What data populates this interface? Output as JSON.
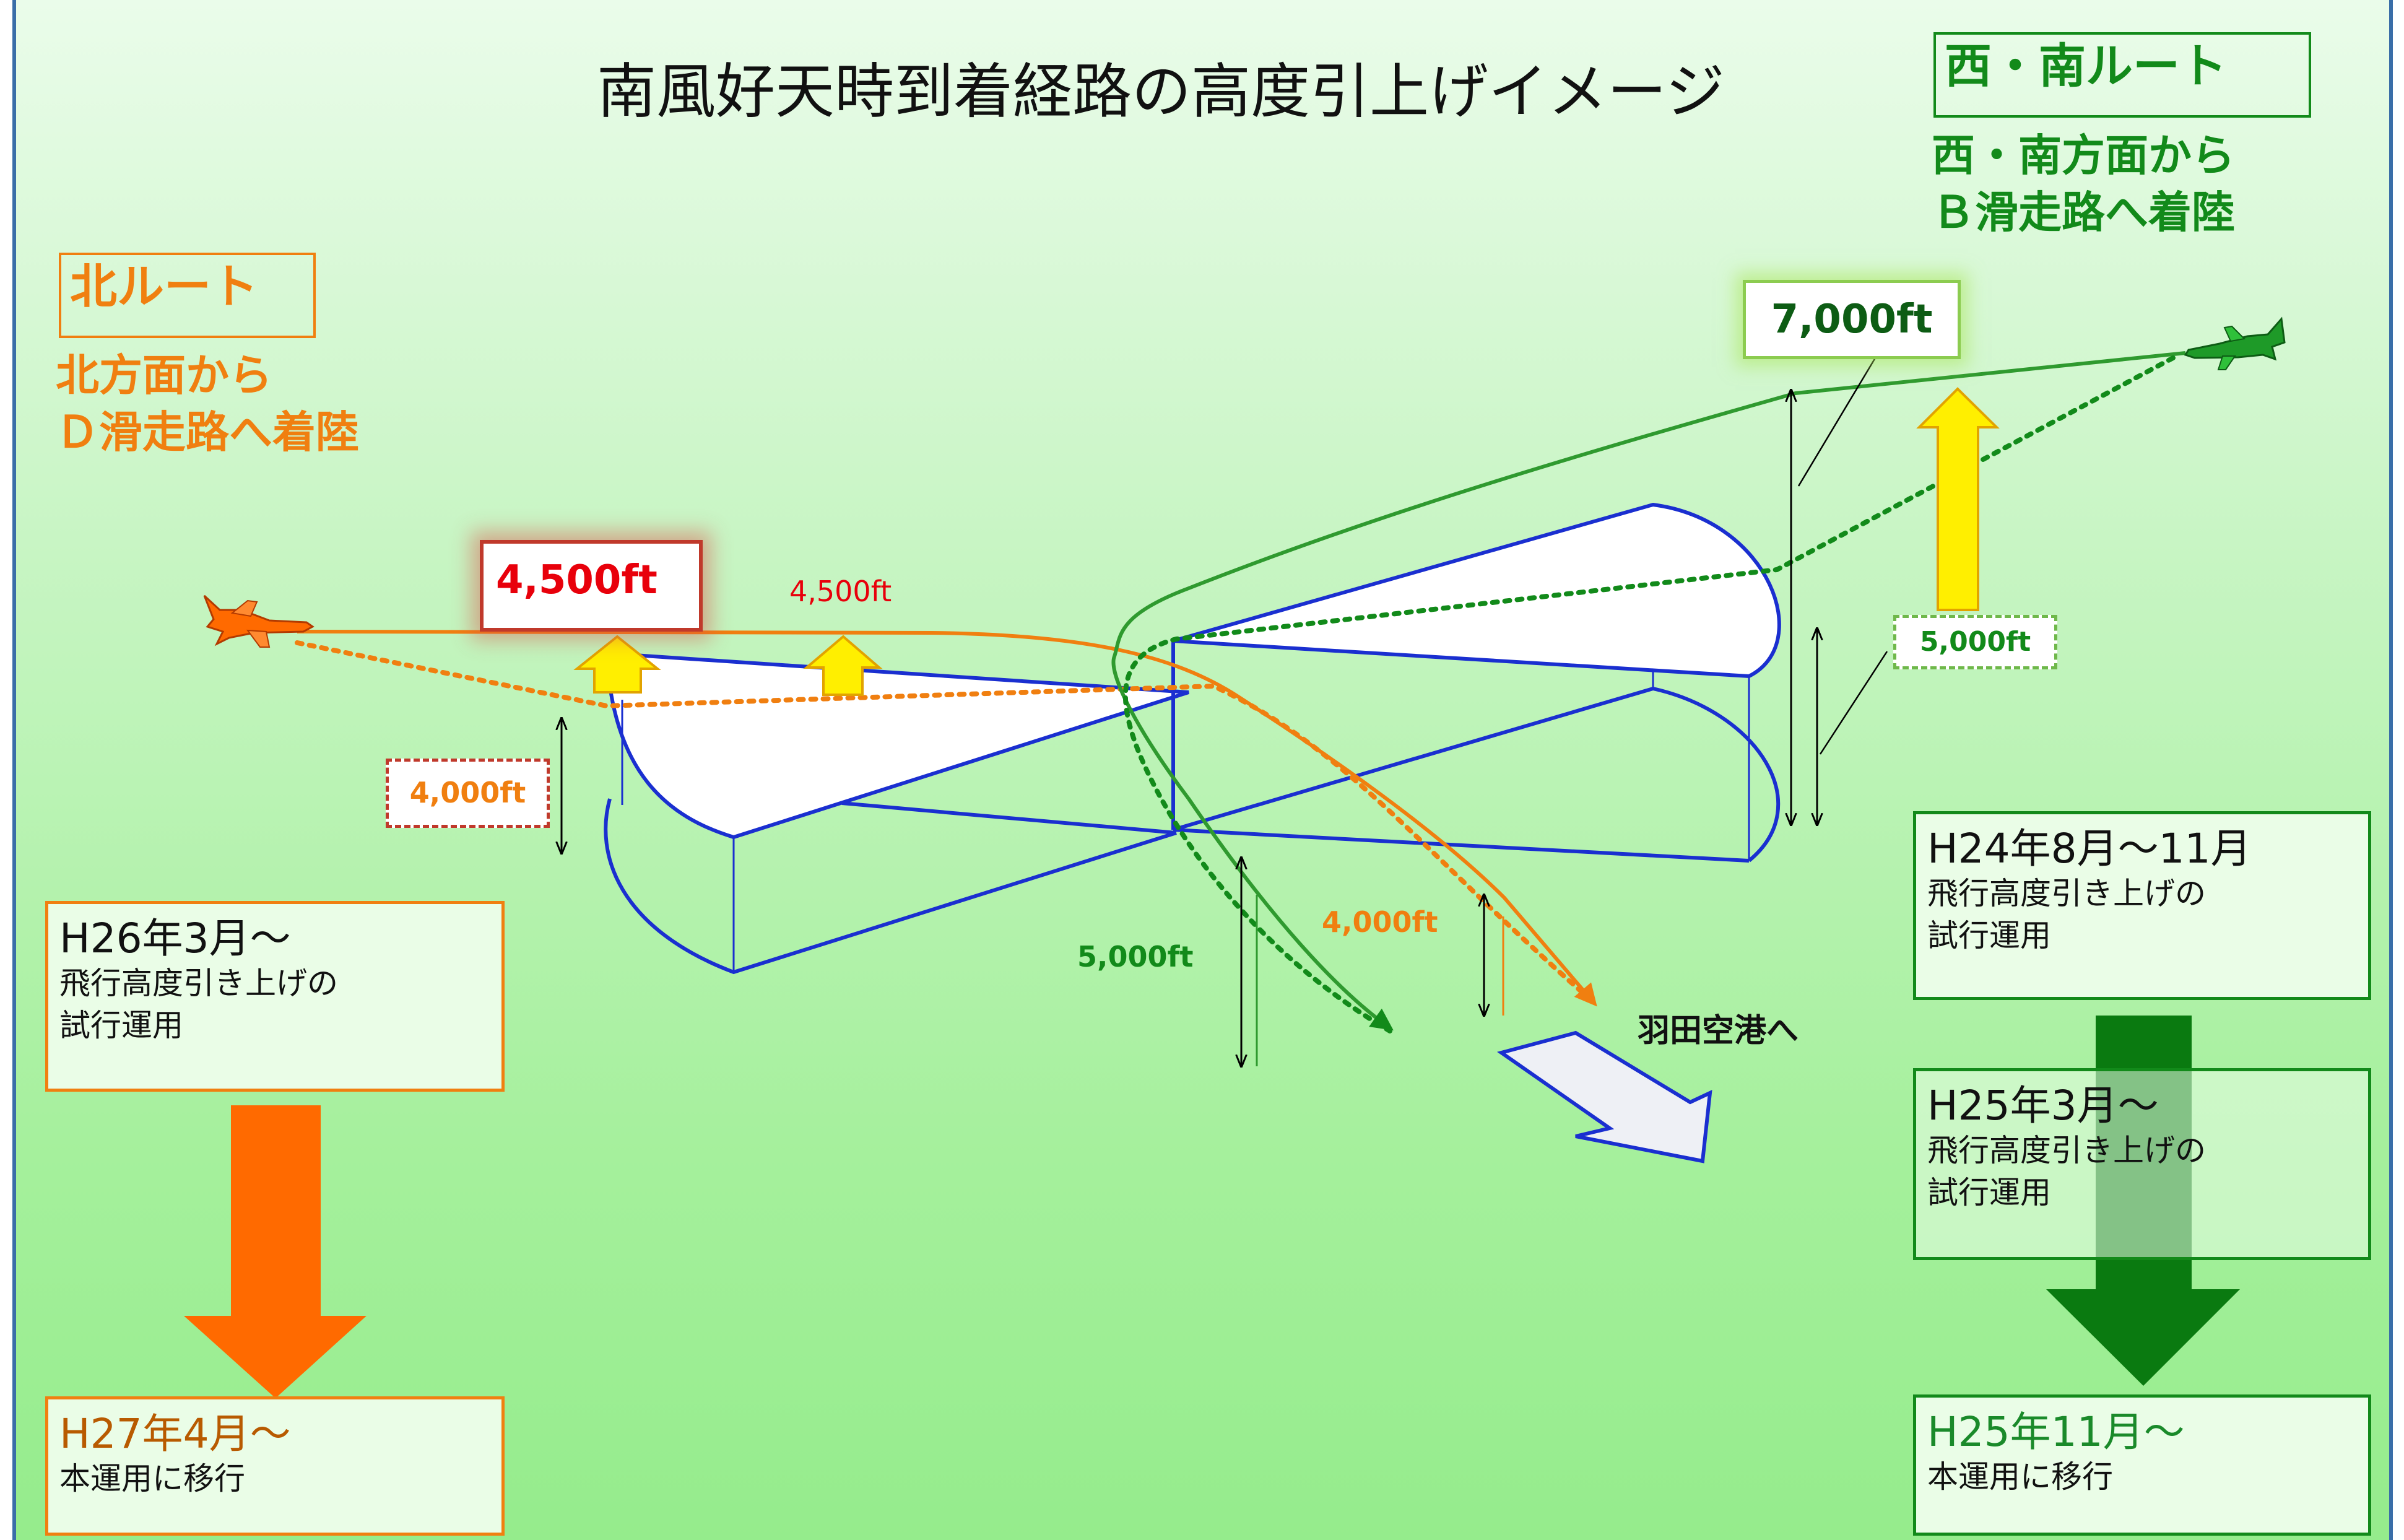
{
  "title": "南風好天時到着経路の高度引上げイメージ",
  "north_route": {
    "name": "北ルート",
    "desc_line1": "北方面から",
    "desc_line2": "Ｄ滑走路へ着陸",
    "color": "#f07f10"
  },
  "west_south_route": {
    "name": "西・南ルート",
    "desc_line1": "西・南方面から",
    "desc_line2": "Ｂ滑走路へ着陸",
    "color": "#128a1a"
  },
  "altitudes": {
    "north_raised_box": "4,500ft",
    "north_raised_label": "4,500ft",
    "north_original_box": "4,000ft",
    "north_original_label": "4,000ft",
    "ws_raised_box": "7,000ft",
    "ws_original_box": "5,000ft",
    "ws_original_label": "5,000ft"
  },
  "destination_label": "羽田空港へ",
  "north_timeline": [
    {
      "head": "H26年3月～",
      "line1": "飛行高度引き上げの",
      "line2": "試行運用"
    },
    {
      "head": "H27年4月～",
      "line1": "本運用に移行"
    }
  ],
  "ws_timeline": [
    {
      "head": "H24年8月～11月",
      "line1": "飛行高度引き上げの",
      "line2": "試行運用"
    },
    {
      "head": "H25年3月～",
      "line1": "飛行高度引き上げの",
      "line2": "試行運用"
    },
    {
      "head": "H25年11月～",
      "line1": "本運用に移行"
    }
  ],
  "colors": {
    "runway_outline": "#1a2fd0",
    "raise_arrow": "#ffef00",
    "north_big_arrow": "#ff6a00",
    "ws_big_arrow": "#0a7a10",
    "raised_box_border_north": "#c0392b",
    "raised_label_red": "#e8000b"
  },
  "icons": [
    "orange-airplane-icon",
    "green-airplane-icon"
  ]
}
